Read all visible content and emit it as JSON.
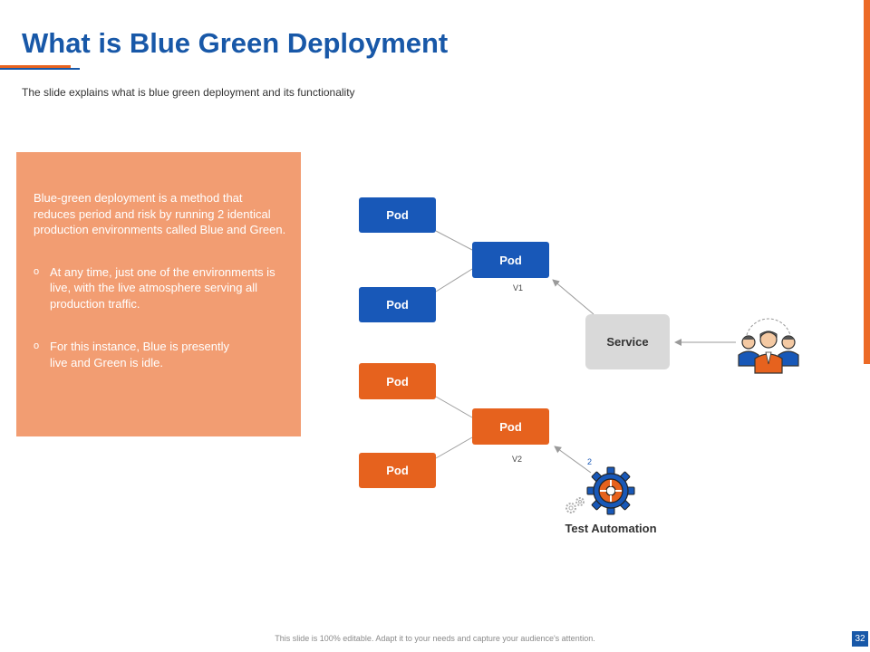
{
  "slide": {
    "title": "What is Blue Green Deployment",
    "subtitle": "The slide explains what is blue green deployment and its functionality",
    "footer": "This slide is 100% editable.  Adapt it to your needs and capture your audience's attention.",
    "page_number": "32"
  },
  "info": {
    "intro": "Blue-green deployment is a method that reduces period and risk by running 2 identical production environments called Blue and Green.",
    "bullet_marker": "o",
    "bullets": [
      "At any time, just one of the environments is live, with the live atmosphere serving all production traffic.",
      "For this instance, Blue is presently live and Green is idle."
    ]
  },
  "diagram": {
    "blue_pods": [
      "Pod",
      "Pod"
    ],
    "blue_main": "Pod",
    "blue_version": "V1",
    "green_pods": [
      "Pod",
      "Pod"
    ],
    "green_main": "Pod",
    "green_version": "V2",
    "service": "Service",
    "step_number": "2",
    "test_automation": "Test Automation"
  },
  "colors": {
    "blue": "#1858b8",
    "orange": "#e6621e",
    "panel": "#f29d72",
    "service": "#d9d9d9"
  },
  "icons": [
    "users-group-icon",
    "gear-icon",
    "small-gears-icon"
  ]
}
